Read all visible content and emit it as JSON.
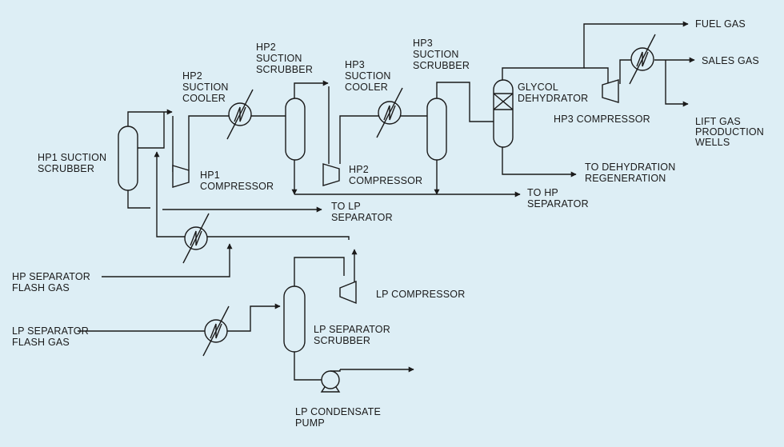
{
  "colors": {
    "background": "#ddeef5",
    "line": "#1a1a1a"
  },
  "labels": {
    "hp1_suction_scrubber": [
      "HP1 SUCTION",
      "SCRUBBER"
    ],
    "hp2_suction_cooler": [
      "HP2",
      "SUCTION",
      "COOLER"
    ],
    "hp2_suction_scrubber": [
      "HP2",
      "SUCTION",
      "SCRUBBER"
    ],
    "hp3_suction_cooler": [
      "HP3",
      "SUCTION",
      "COOLER"
    ],
    "hp3_suction_scrubber": [
      "HP3",
      "SUCTION",
      "SCRUBBER"
    ],
    "glycol_dehydrator": [
      "GLYCOL",
      "DEHYDRATOR"
    ],
    "hp1_compressor": [
      "HP1",
      "COMPRESSOR"
    ],
    "hp2_compressor": [
      "HP2",
      "COMPRESSOR"
    ],
    "hp3_compressor": [
      "HP3 COMPRESSOR"
    ],
    "fuel_gas": [
      "FUEL GAS"
    ],
    "sales_gas": [
      "SALES GAS"
    ],
    "lift_gas": [
      "LIFT GAS",
      "PRODUCTION",
      "WELLS"
    ],
    "to_dehydration_regeneration": [
      "TO DEHYDRATION",
      "REGENERATION"
    ],
    "to_hp_separator": [
      "TO HP",
      "SEPARATOR"
    ],
    "to_lp_separator": [
      "TO LP",
      "SEPARATOR"
    ],
    "hp_separator_flash_gas": [
      "HP SEPARATOR",
      "FLASH GAS"
    ],
    "lp_separator_flash_gas": [
      "LP SEPARATOR",
      "FLASH GAS"
    ],
    "lp_compressor": [
      "LP COMPRESSOR"
    ],
    "lp_separator_scrubber": [
      "LP SEPARATOR",
      "SCRUBBER"
    ],
    "lp_condensate_pump": [
      "LP CONDENSATE",
      "PUMP"
    ]
  }
}
